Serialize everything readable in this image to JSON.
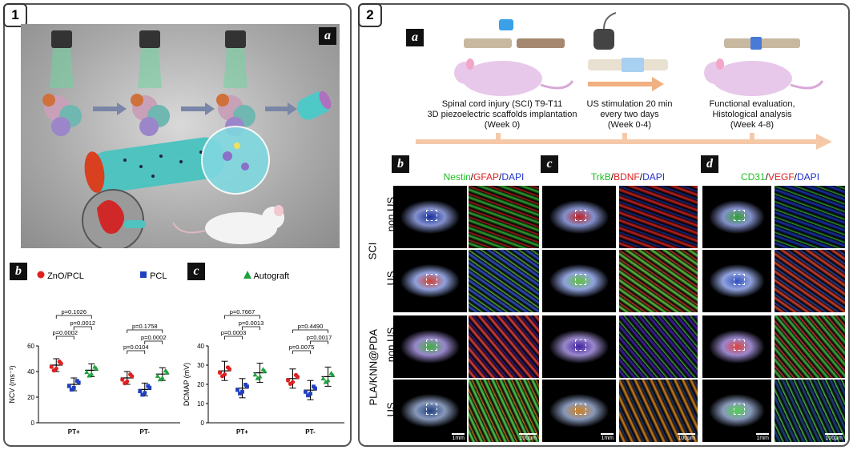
{
  "panel1": {
    "badge": "1",
    "sub_a": "a",
    "sub_b": "b",
    "sub_c": "c",
    "legend": [
      {
        "label": "ZnO/PCL",
        "color": "#e02020",
        "shape": "circle"
      },
      {
        "label": "PCL",
        "color": "#2040c0",
        "shape": "square"
      },
      {
        "label": "Autograft",
        "color": "#20a040",
        "shape": "triangle"
      }
    ],
    "ncv": {
      "ylabel": "NCV (ms⁻¹)",
      "yticks": [
        "0",
        "20",
        "40",
        "60"
      ],
      "ylim": [
        0,
        60
      ],
      "groups": [
        "PT+",
        "PT-"
      ],
      "series": [
        {
          "name": "ZnO/PCL",
          "values": [
            45,
            35
          ]
        },
        {
          "name": "PCL",
          "values": [
            30,
            26
          ]
        },
        {
          "name": "Autograft",
          "values": [
            41,
            38
          ]
        }
      ],
      "pvalues": [
        "p=0.1026",
        "p=0.0002",
        "p=0.0012",
        "p=0.1758",
        "p=0.0104",
        "p=0.0002"
      ]
    },
    "dcmap": {
      "ylabel": "DCMAP (mV)",
      "yticks": [
        "0",
        "10",
        "20",
        "30",
        "40"
      ],
      "ylim": [
        0,
        40
      ],
      "groups": [
        "PT+",
        "PT-"
      ],
      "series": [
        {
          "name": "ZnO/PCL",
          "values": [
            27,
            23
          ]
        },
        {
          "name": "PCL",
          "values": [
            18,
            17
          ]
        },
        {
          "name": "Autograft",
          "values": [
            26,
            24
          ]
        }
      ],
      "pvalues": [
        "p=0.7667",
        "p=0.0003",
        "p=0.0013",
        "p=0.4490",
        "p=0.0075",
        "p=0.0017"
      ]
    }
  },
  "panel2": {
    "badge": "2",
    "sub_a": "a",
    "sub_b": "b",
    "sub_c": "c",
    "sub_d": "d",
    "timeline": [
      {
        "line1": "Spinal cord injury (SCI) T9-T11",
        "line2": "3D piezoelectric scaffolds implantation",
        "line3": "(Week 0)"
      },
      {
        "line1": "US stimulation 20 min",
        "line2": "every two days",
        "line3": "(Week 0-4)"
      },
      {
        "line1": "Functional evaluation,",
        "line2": "Histological analysis",
        "line3": "(Week 4-8)"
      }
    ],
    "stains": [
      {
        "a": "Nestin",
        "a_color": "#1fbf1f",
        "b": "GFAP",
        "b_color": "#e02020",
        "c": "DAPI",
        "c_color": "#2030d0"
      },
      {
        "a": "TrkB",
        "a_color": "#1fbf1f",
        "b": "BDNF",
        "b_color": "#e02020",
        "c": "DAPI",
        "c_color": "#2030d0"
      },
      {
        "a": "CD31",
        "a_color": "#1fbf1f",
        "b": "VEGF",
        "b_color": "#e02020",
        "c": "DAPI",
        "c_color": "#2030d0"
      }
    ],
    "group_labels": [
      "SCI",
      "PLA/KNN@PDA"
    ],
    "row_labels": [
      "non US",
      "US",
      "non US",
      "US"
    ],
    "scale_low": "1mm",
    "scale_high": "100μm"
  }
}
